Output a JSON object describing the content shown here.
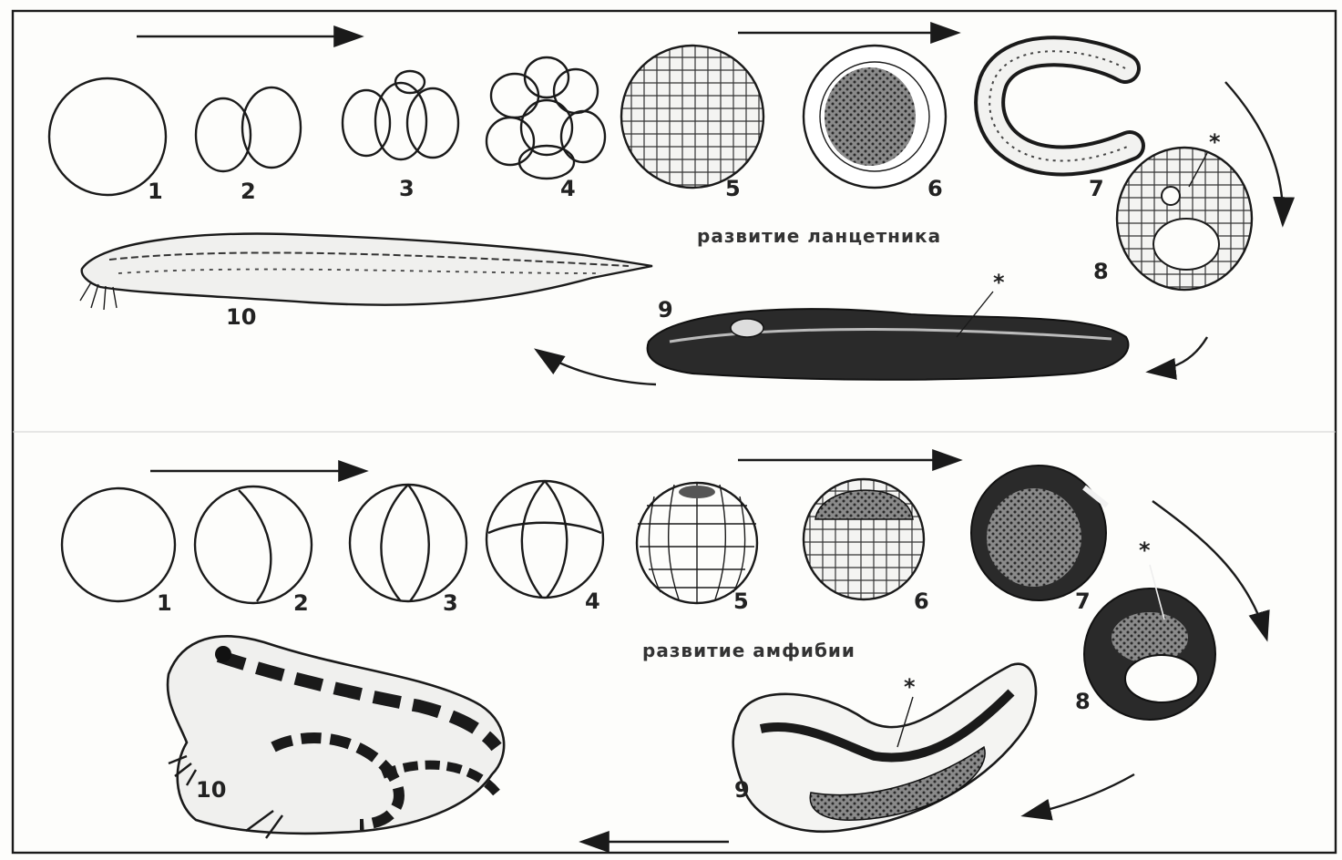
{
  "lancelet": {
    "caption": "развитие ланцетника",
    "labels": [
      "1",
      "2",
      "3",
      "4",
      "5",
      "6",
      "7",
      "8",
      "9",
      "10"
    ]
  },
  "amphibian": {
    "caption": "развитие амфибии",
    "labels": [
      "1",
      "2",
      "3",
      "4",
      "5",
      "6",
      "7",
      "8",
      "9",
      "10"
    ]
  },
  "asterisk": "*"
}
